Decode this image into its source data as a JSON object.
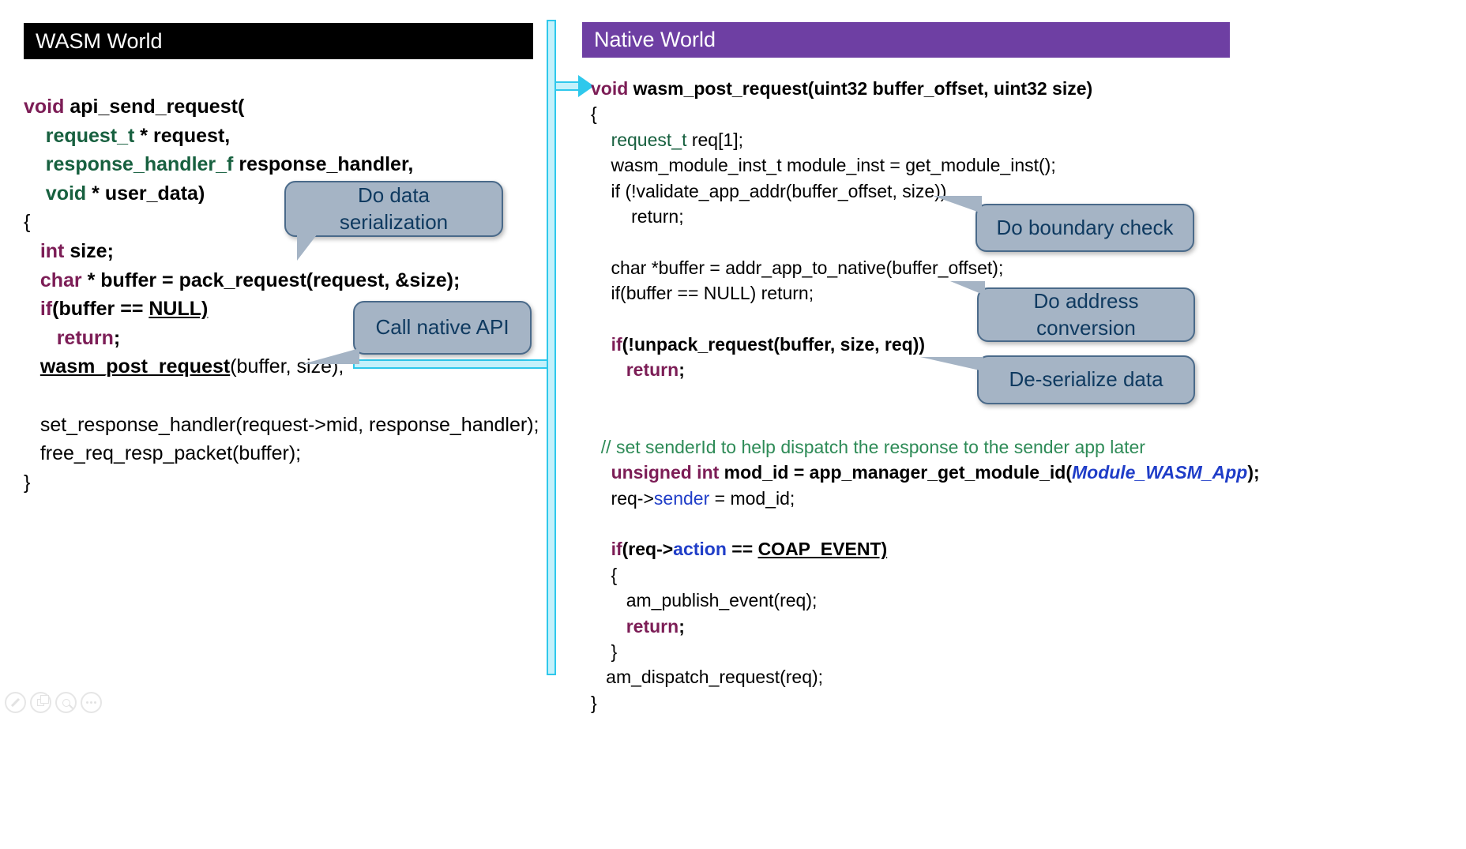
{
  "colors": {
    "wasm_header_bg": "#000000",
    "native_header_bg": "#6E3FA3",
    "arrow_cyan": "#2EC8EC",
    "callout_fill": "#A5B4C5",
    "keyword_purple": "#7C1D56",
    "type_green": "#17603F",
    "comment_green": "#2E8B57",
    "field_blue": "#1F3DC8"
  },
  "left_panel": {
    "header": "WASM World",
    "code": [
      [
        [
          "kw",
          "void"
        ],
        [
          "b",
          " api_send_request("
        ]
      ],
      [
        [
          "b",
          "    "
        ],
        [
          "tg",
          "request_t"
        ],
        [
          "b",
          " * request,"
        ]
      ],
      [
        [
          "b",
          "    "
        ],
        [
          "tg",
          "response_handler_f"
        ],
        [
          "b",
          " response_handler,"
        ]
      ],
      [
        [
          "b",
          "    "
        ],
        [
          "tg",
          "void"
        ],
        [
          "b",
          " * user_data)"
        ]
      ],
      [
        [
          "p",
          "{"
        ]
      ],
      [
        [
          "b",
          "   "
        ],
        [
          "kw",
          "int"
        ],
        [
          "b",
          " size;"
        ]
      ],
      [
        [
          "b",
          "   "
        ],
        [
          "kw",
          "char"
        ],
        [
          "b",
          " * buffer = pack_request(request, &size);"
        ]
      ],
      [
        [
          "b",
          "   "
        ],
        [
          "kw",
          "if"
        ],
        [
          "b",
          "(buffer == "
        ],
        [
          "ub",
          "NULL)"
        ]
      ],
      [
        [
          "b",
          "      "
        ],
        [
          "kw",
          "return"
        ],
        [
          "b",
          ";"
        ]
      ],
      [
        [
          "p",
          "   "
        ],
        [
          "ub",
          "wasm_post_request"
        ],
        [
          "p",
          "(buffer, size);"
        ]
      ],
      [],
      [
        [
          "p",
          "   set_response_handler(request->mid, response_handler);"
        ]
      ],
      [
        [
          "p",
          "   free_req_resp_packet(buffer);"
        ]
      ],
      [
        [
          "p",
          "}"
        ]
      ]
    ],
    "callouts": {
      "serialization": "Do data serialization",
      "call_native": "Call native API"
    }
  },
  "right_panel": {
    "header": "Native World",
    "code": [
      [
        [
          "kw",
          "void"
        ],
        [
          "b",
          " wasm_post_request(uint32 buffer_offset, uint32 size)"
        ]
      ],
      [
        [
          "p",
          "{"
        ]
      ],
      [
        [
          "p",
          "    "
        ],
        [
          "tgr",
          "request_t"
        ],
        [
          "p",
          " req[1];"
        ]
      ],
      [
        [
          "p",
          "    wasm_module_inst_t module_inst = get_module_inst();"
        ]
      ],
      [
        [
          "p",
          "    if (!validate_app_addr(buffer_offset, size))"
        ]
      ],
      [
        [
          "p",
          "        return;"
        ]
      ],
      [],
      [
        [
          "p",
          "    char *buffer = addr_app_to_native(buffer_offset);"
        ]
      ],
      [
        [
          "p",
          "    if(buffer == NULL) return;"
        ]
      ],
      [],
      [
        [
          "b",
          "    "
        ],
        [
          "kw",
          "if"
        ],
        [
          "b",
          "(!unpack_request(buffer, size, req))"
        ]
      ],
      [
        [
          "b",
          "       "
        ],
        [
          "kw",
          "return"
        ],
        [
          "b",
          ";"
        ]
      ],
      [],
      [],
      [
        [
          "cm",
          "  // set senderId to help dispatch the response to the sender app later"
        ]
      ],
      [
        [
          "b",
          "    "
        ],
        [
          "kw",
          "unsigned int"
        ],
        [
          "b",
          " mod_id = app_manager_get_module_id("
        ],
        [
          "bbi",
          "Module_WASM_App"
        ],
        [
          "b",
          ");"
        ]
      ],
      [
        [
          "p",
          "    req->"
        ],
        [
          "bl",
          "sender"
        ],
        [
          "p",
          " = mod_id;"
        ]
      ],
      [],
      [
        [
          "b",
          "    "
        ],
        [
          "kw",
          "if"
        ],
        [
          "b",
          "(req->"
        ],
        [
          "blb",
          "action"
        ],
        [
          "b",
          " == "
        ],
        [
          "ub",
          "COAP_EVENT)"
        ]
      ],
      [
        [
          "p",
          "    {"
        ]
      ],
      [
        [
          "p",
          "       am_publish_event(req);"
        ]
      ],
      [
        [
          "b",
          "       "
        ],
        [
          "kw",
          "return"
        ],
        [
          "b",
          ";"
        ]
      ],
      [
        [
          "p",
          "    }"
        ]
      ],
      [
        [
          "p",
          "   am_dispatch_request(req);"
        ]
      ],
      [
        [
          "p",
          "}"
        ]
      ]
    ],
    "callouts": {
      "boundary": "Do boundary check",
      "address": "Do address conversion",
      "deserialize": "De-serialize data"
    }
  },
  "toolbar": {
    "icons": [
      {
        "name": "pen-icon"
      },
      {
        "name": "copy-icon"
      },
      {
        "name": "zoom-icon"
      },
      {
        "name": "more-icon"
      }
    ]
  }
}
